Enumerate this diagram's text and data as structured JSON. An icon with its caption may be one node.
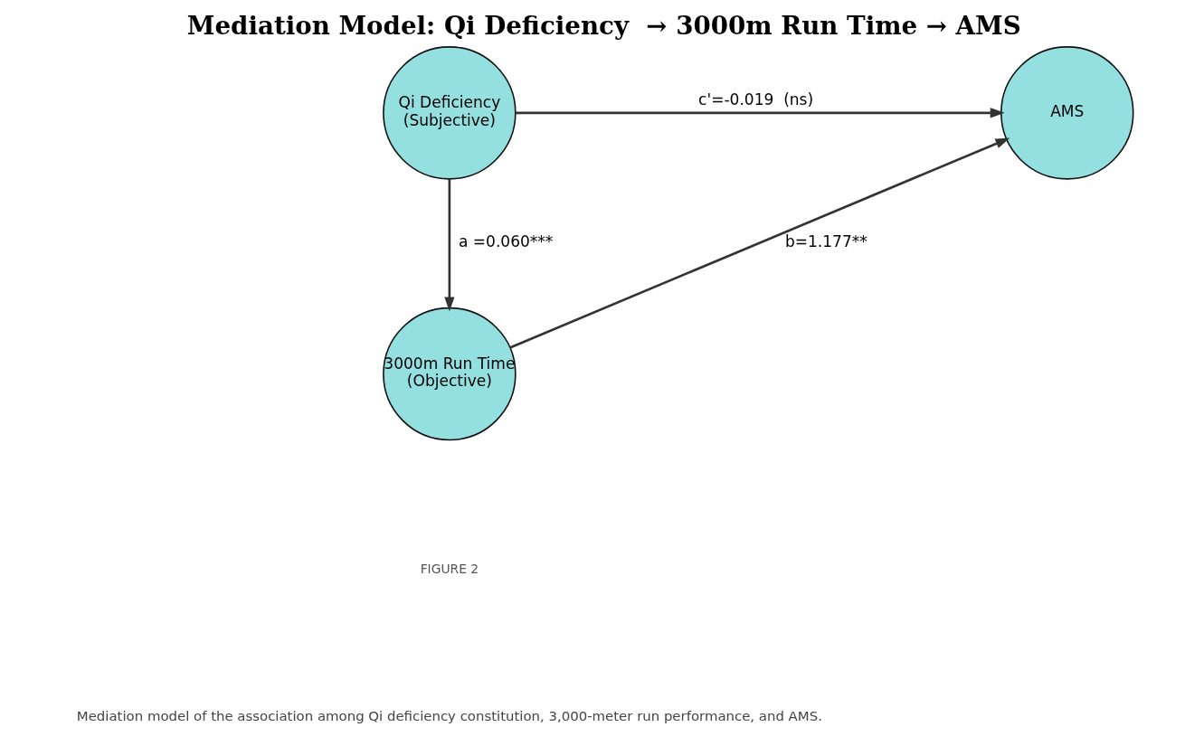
{
  "diagram": {
    "title": "Mediation Model: Qi Deficiency  → 3000m Run Time → AMS",
    "caption": "Mediation model of the association among Qi deficiency constitution, 3,000-meter run performance, and AMS.",
    "nodes": [
      {
        "text": [
          "Qi Deficiency (Subjective)"
        ]
      },
      {
        "text": [
          "AMS"
        ]
      },
      {
        "text": [
          "3000m Run Time (Objective)"
        ]
      }
    ],
    "edges": [
      {
        "from": 0,
        "to": 1,
        "arrow": "to",
        "label": "c'=-0.019  (ns)"
      },
      {
        "from": 0,
        "to": 2,
        "arrow": "to",
        "label": "a =0.060***"
      },
      {
        "from": 2,
        "to": 1,
        "arrow": "to",
        "label": "b=1.177**"
      }
    ],
    "labels": [
      "FIGURE 2"
    ]
  }
}
